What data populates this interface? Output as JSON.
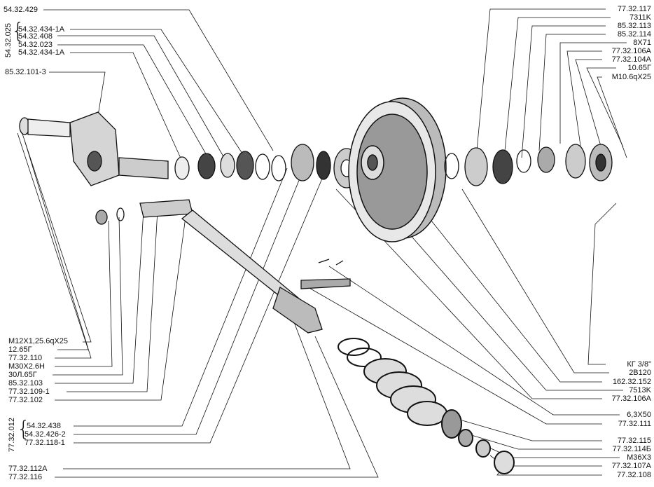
{
  "left_top": {
    "top_label": "54.32.429",
    "group_label": "54.32.025",
    "group_items": [
      "54.32.434-1A",
      "54.32.408",
      "54.32.023",
      "54.32.434-1A"
    ],
    "bottom_label": "85.32.101-3"
  },
  "left_bottom": {
    "items": [
      "M12X1,25.6qX25",
      "12.65Г",
      "77.32.110",
      "M30X2.6H",
      "30Л.65Г",
      "85.32.103",
      "77.32.109-1",
      "77.32.102"
    ],
    "group_label": "77.32.012",
    "group_items": [
      "54.32.438",
      "54.32.426-2",
      "77.32.118-1"
    ],
    "tail_items": [
      "77.32.112A",
      "77.32.116"
    ]
  },
  "right_top": {
    "items": [
      "77.32.117",
      "7311K",
      "85.32.113",
      "85.32.114",
      "8X71",
      "77.32.106A",
      "77.32.104A",
      "10.65Г",
      "M10.6qX25"
    ]
  },
  "right_bottom": {
    "items": [
      "КГ 3/8\"",
      "2В120",
      "162.32.152",
      "7513K",
      "77.32.106A"
    ],
    "mid_items": [
      "6,3X50",
      "77.32.111"
    ],
    "tail_items": [
      "77.32.115",
      "77.32.114Б",
      "M36X3",
      "77.32.107A",
      "77.32.108"
    ]
  }
}
